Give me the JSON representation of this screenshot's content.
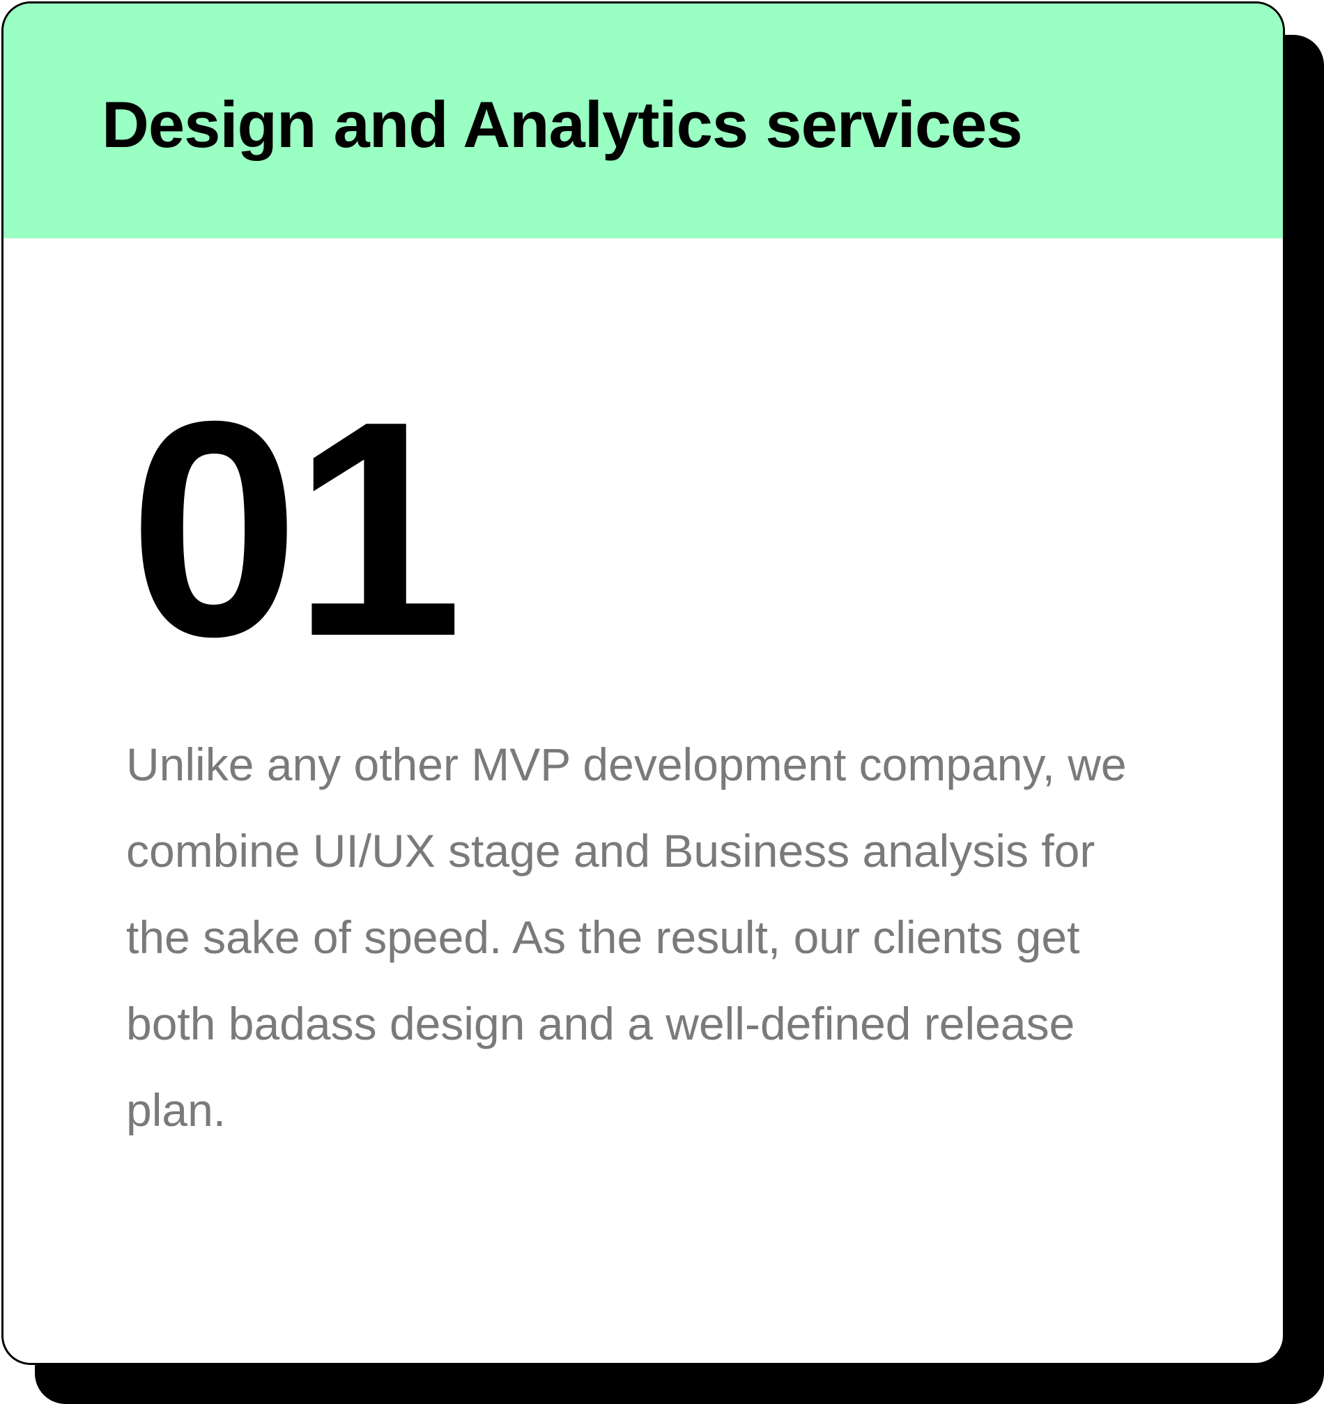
{
  "card": {
    "title": "Design and Analytics services",
    "number": "01",
    "description": "Unlike any other MVP development company, we\n combine UI/UX stage and Business analysis for\nthe sake of speed. As the result, our clients get\nboth badass design and a well-defined release\nplan."
  },
  "colors": {
    "header_background": "#99ffc2",
    "shadow": "#000000",
    "description_text": "#7a7a7a"
  }
}
